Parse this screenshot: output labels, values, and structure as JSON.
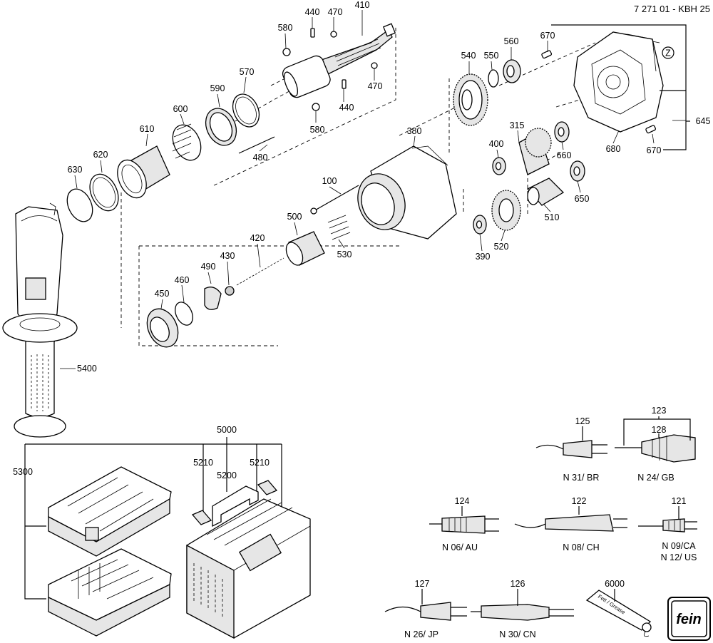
{
  "doc_id": "7 271 01 - KBH 25",
  "part_labels": [
    {
      "key": "p410",
      "text": "410"
    },
    {
      "key": "p440a",
      "text": "440"
    },
    {
      "key": "p470a",
      "text": "470"
    },
    {
      "key": "p580a",
      "text": "580"
    },
    {
      "key": "p470b",
      "text": "470"
    },
    {
      "key": "p440b",
      "text": "440"
    },
    {
      "key": "p580b",
      "text": "580"
    },
    {
      "key": "p570",
      "text": "570"
    },
    {
      "key": "p590",
      "text": "590"
    },
    {
      "key": "p600",
      "text": "600"
    },
    {
      "key": "p610",
      "text": "610"
    },
    {
      "key": "p620",
      "text": "620"
    },
    {
      "key": "p630",
      "text": "630"
    },
    {
      "key": "p480",
      "text": "480"
    },
    {
      "key": "p540",
      "text": "540"
    },
    {
      "key": "p550",
      "text": "550"
    },
    {
      "key": "p560",
      "text": "560"
    },
    {
      "key": "p670a",
      "text": "670"
    },
    {
      "key": "p645",
      "text": "645"
    },
    {
      "key": "p670b",
      "text": "670"
    },
    {
      "key": "p680",
      "text": "680"
    },
    {
      "key": "p660",
      "text": "660"
    },
    {
      "key": "p315",
      "text": "315"
    },
    {
      "key": "p400",
      "text": "400"
    },
    {
      "key": "p380",
      "text": "380"
    },
    {
      "key": "p650",
      "text": "650"
    },
    {
      "key": "p510",
      "text": "510"
    },
    {
      "key": "p520",
      "text": "520"
    },
    {
      "key": "p390",
      "text": "390"
    },
    {
      "key": "p100",
      "text": "100"
    },
    {
      "key": "p500",
      "text": "500"
    },
    {
      "key": "p530",
      "text": "530"
    },
    {
      "key": "p420",
      "text": "420"
    },
    {
      "key": "p430",
      "text": "430"
    },
    {
      "key": "p490",
      "text": "490"
    },
    {
      "key": "p460",
      "text": "460"
    },
    {
      "key": "p450",
      "text": "450"
    },
    {
      "key": "p5400",
      "text": "5400"
    },
    {
      "key": "p5000",
      "text": "5000"
    },
    {
      "key": "p5300",
      "text": "5300"
    },
    {
      "key": "p5210a",
      "text": "5210"
    },
    {
      "key": "p5200",
      "text": "5200"
    },
    {
      "key": "p5210b",
      "text": "5210"
    },
    {
      "key": "p123",
      "text": "123"
    },
    {
      "key": "p125",
      "text": "125"
    },
    {
      "key": "p128",
      "text": "128"
    },
    {
      "key": "p124",
      "text": "124"
    },
    {
      "key": "p122",
      "text": "122"
    },
    {
      "key": "p121",
      "text": "121"
    },
    {
      "key": "p127",
      "text": "127"
    },
    {
      "key": "p126",
      "text": "126"
    },
    {
      "key": "p6000",
      "text": "6000"
    }
  ],
  "marker": "Z",
  "plug_captions": {
    "br": "N 31/ BR",
    "gb": "N 24/ GB",
    "au": "N 06/ AU",
    "ch": "N 08/ CH",
    "ca": "N 09/CA",
    "us": "N 12/ US",
    "jp": "N 26/ JP",
    "cn": "N 30/ CN"
  },
  "grease_tube_text": "Fett / Grease",
  "brand_logo_text": "fein"
}
